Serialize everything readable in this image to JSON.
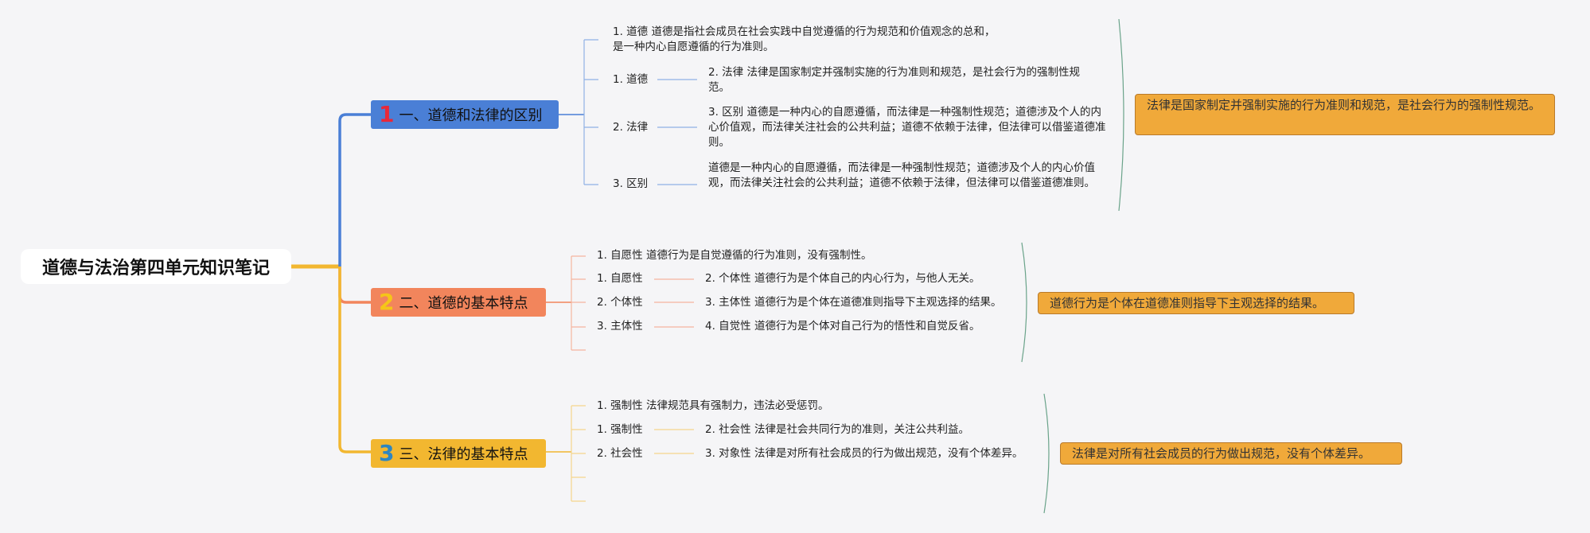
{
  "root": {
    "title": "道德与法治第四单元知识笔记"
  },
  "branches": [
    {
      "number": "1",
      "title": "一、道德和法律的区别",
      "color": "#4a7fd6",
      "number_color": "#e8283a",
      "children": [
        {
          "label": "1. 道德 道德是指社会成员在社会实践中自觉遵循的行为规范和价值观念的总和，",
          "label2": "是一种内心自愿遵循的行为准则。"
        },
        {
          "label": "1. 道德",
          "detail": "2. 法律 法律是国家制定并强制实施的行为准则和规范，是社会行为的强制性规范。"
        },
        {
          "label": "2. 法律",
          "detail": "3. 区别 道德是一种内心的自愿遵循，而法律是一种强制性规范；道德涉及个人的内心价值观，而法律关注社会的公共利益；道德不依赖于法律，但法律可以借鉴道德准则。"
        },
        {
          "label": "3. 区别",
          "detail": "道德是一种内心的自愿遵循，而法律是一种强制性规范；道德涉及个人的内心价值观，而法律关注社会的公共利益；道德不依赖于法律，但法律可以借鉴道德准则。"
        }
      ],
      "summary": "法律是国家制定并强制实施的行为准则和规范，是社会行为的强制性规范。"
    },
    {
      "number": "2",
      "title": "二、道德的基本特点",
      "color": "#f2855c",
      "number_color": "#f5c518",
      "children": [
        {
          "label": "1. 自愿性 道德行为是自觉遵循的行为准则，没有强制性。"
        },
        {
          "label": "1. 自愿性",
          "detail": "2. 个体性 道德行为是个体自己的内心行为，与他人无关。"
        },
        {
          "label": "2. 个体性",
          "detail": "3. 主体性 道德行为是个体在道德准则指导下主观选择的结果。"
        },
        {
          "label": "3. 主体性",
          "detail": "4. 自觉性 道德行为是个体对自己行为的悟性和自觉反省。"
        }
      ],
      "summary": "道德行为是个体在道德准则指导下主观选择的结果。"
    },
    {
      "number": "3",
      "title": "三、法律的基本特点",
      "color": "#f2b730",
      "number_color": "#2e86c1",
      "children": [
        {
          "label": "1. 强制性 法律规范具有强制力，违法必受惩罚。"
        },
        {
          "label": "1. 强制性",
          "detail": "2. 社会性 法律是社会共同行为的准则，关注公共利益。"
        },
        {
          "label": "2. 社会性",
          "detail": "3. 对象性 法律是对所有社会成员的行为做出规范，没有个体差异。"
        }
      ],
      "summary": "法律是对所有社会成员的行为做出规范，没有个体差异。"
    }
  ]
}
